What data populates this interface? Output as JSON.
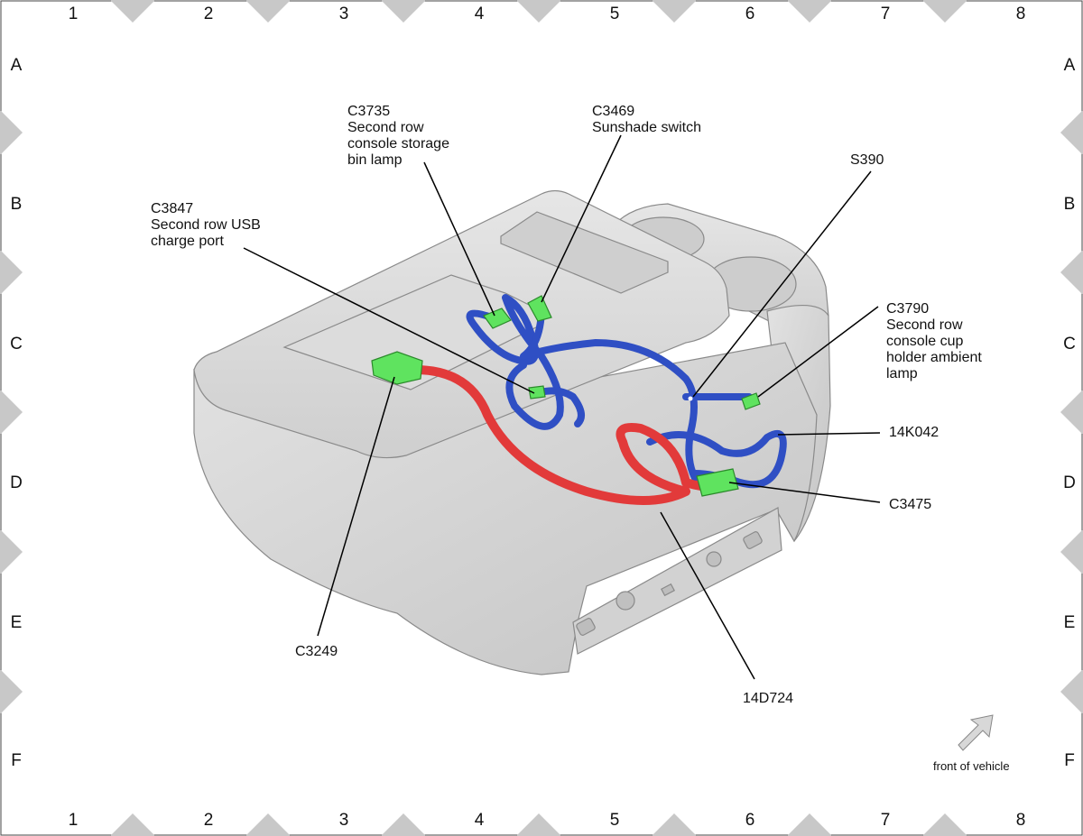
{
  "grid": {
    "columns": [
      "1",
      "2",
      "3",
      "4",
      "5",
      "6",
      "7",
      "8"
    ],
    "rows": [
      "A",
      "B",
      "C",
      "D",
      "E",
      "F"
    ]
  },
  "callouts": {
    "c3735": {
      "lines": [
        "C3735",
        "Second row",
        "console storage",
        "bin lamp"
      ]
    },
    "c3469": {
      "lines": [
        "C3469",
        "Sunshade switch"
      ]
    },
    "s390": {
      "lines": [
        "S390"
      ]
    },
    "c3847": {
      "lines": [
        "C3847",
        "Second row USB",
        "charge port"
      ]
    },
    "c3790": {
      "lines": [
        "C3790",
        "Second row",
        "console cup",
        "holder ambient",
        "lamp"
      ]
    },
    "k14042": {
      "lines": [
        "14K042"
      ]
    },
    "c3475": {
      "lines": [
        "C3475"
      ]
    },
    "c3249": {
      "lines": [
        "C3249"
      ]
    },
    "d14724": {
      "lines": [
        "14D724"
      ]
    }
  },
  "orientation": {
    "label": "front of vehicle",
    "icon": "arrow-icon"
  },
  "colors": {
    "harness_blue": "#2f4fc4",
    "harness_red": "#e23a3a",
    "connector_green": "#5fe35f",
    "console_gray": "#d9d9d9",
    "frame_marker": "#c8c8c8"
  }
}
